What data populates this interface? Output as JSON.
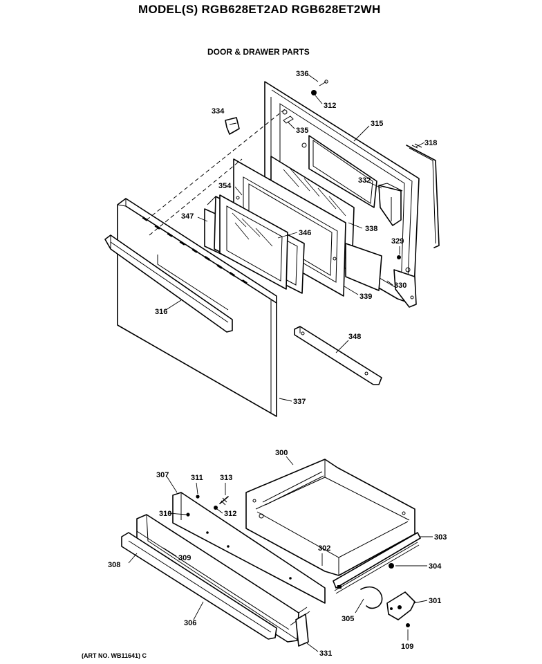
{
  "header": {
    "title": "MODEL(S) RGB628ET2AD  RGB628ET2WH",
    "subtitle": "DOOR & DRAWER PARTS"
  },
  "footer": {
    "art_number": "(ART NO. WB11641) C"
  },
  "parts": {
    "p336": "336",
    "p312a": "312",
    "p334": "334",
    "p335": "335",
    "p315": "315",
    "p318": "318",
    "p332": "332",
    "p354": "354",
    "p347": "347",
    "p346": "346",
    "p338a": "338",
    "p329": "329",
    "p330": "330",
    "p316": "316",
    "p339": "339",
    "p348": "348",
    "p337": "337",
    "p300": "300",
    "p307": "307",
    "p311": "311",
    "p313": "313",
    "p312b": "312",
    "p310": "310",
    "p309": "309",
    "p303": "303",
    "p302": "302",
    "p308": "308",
    "p304": "304",
    "p301": "301",
    "p305": "305",
    "p306": "306",
    "p109": "109",
    "p331": "331"
  }
}
